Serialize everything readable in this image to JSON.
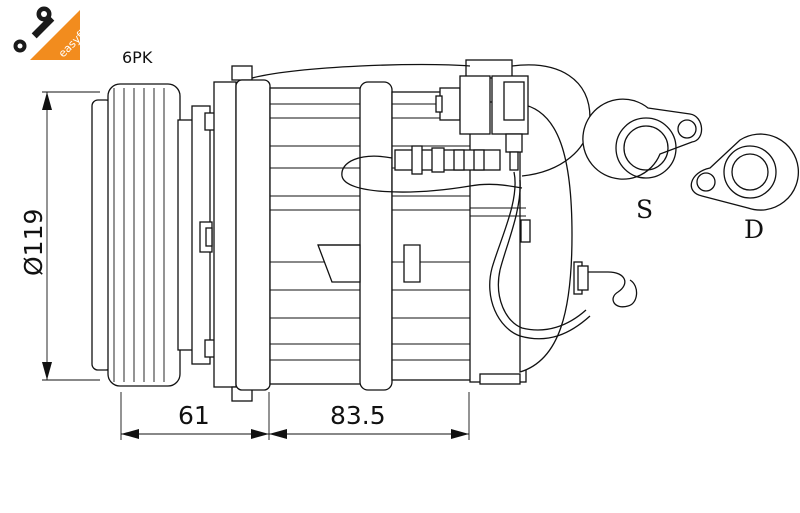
{
  "brand": {
    "logo_text": "easyfit",
    "logo_color": "#f28c1e",
    "icon_color": "#1a1a1a"
  },
  "belt_label": "6PK",
  "dimensions": {
    "diameter": "Ø119",
    "length_clutch": "61",
    "length_body": "83.5"
  },
  "ports": {
    "suction": "S",
    "discharge": "D"
  }
}
